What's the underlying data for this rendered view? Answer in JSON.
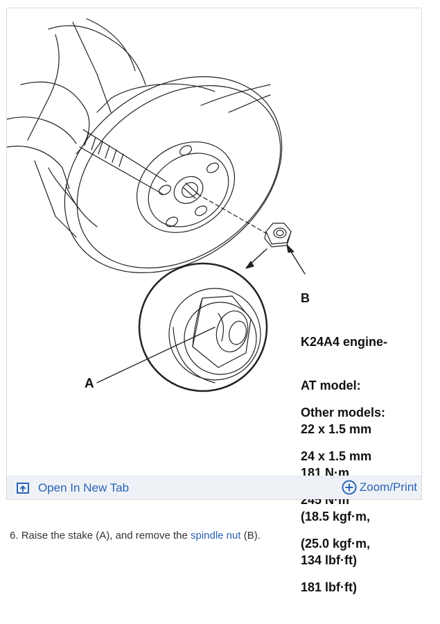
{
  "figure": {
    "label_a": "A",
    "callout_b_lines": [
      "B",
      "K24A4 engine-",
      "AT model:",
      "22 x 1.5 mm",
      "181 N·m",
      "(18.5 kgf·m,",
      "134 lbf·ft)"
    ],
    "callout_other_lines": [
      "Other models:",
      "24 x 1.5 mm",
      "245 N·m",
      "(25.0 kgf·m,",
      "181 lbf·ft)"
    ]
  },
  "toolbar": {
    "open_tab_label": "Open In New Tab",
    "zoom_label": "Zoom/Print"
  },
  "instruction": {
    "number": "6.",
    "text_before": "Raise the stake (A), and remove the",
    "link_text": "spindle nut",
    "text_after": "(B)."
  },
  "colors": {
    "link": "#2a62b3",
    "toolbar_bg": "#eef2f7",
    "line_art": "#222222"
  }
}
